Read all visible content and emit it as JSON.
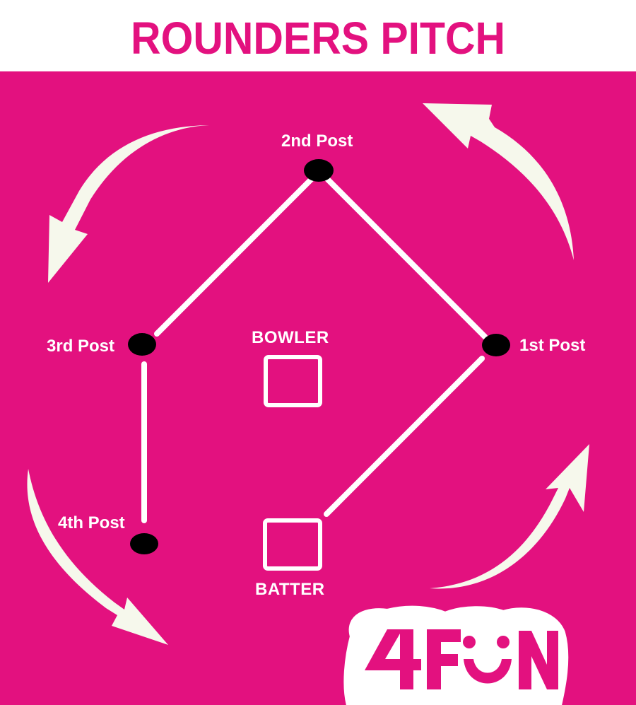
{
  "title": "ROUNDERS PITCH",
  "posts": {
    "first": "1st Post",
    "second": "2nd Post",
    "third": "3rd Post",
    "fourth": "4th Post"
  },
  "roles": {
    "bowler": "BOWLER",
    "batter": "BATTER"
  },
  "logo": {
    "text": "4FUN"
  },
  "colors": {
    "background": "#e3117f",
    "lines": "#ffffff",
    "arrows": "#f6f8ec",
    "posts": "#000000"
  },
  "icons": [
    "curved-arrow-icon",
    "post-marker"
  ]
}
